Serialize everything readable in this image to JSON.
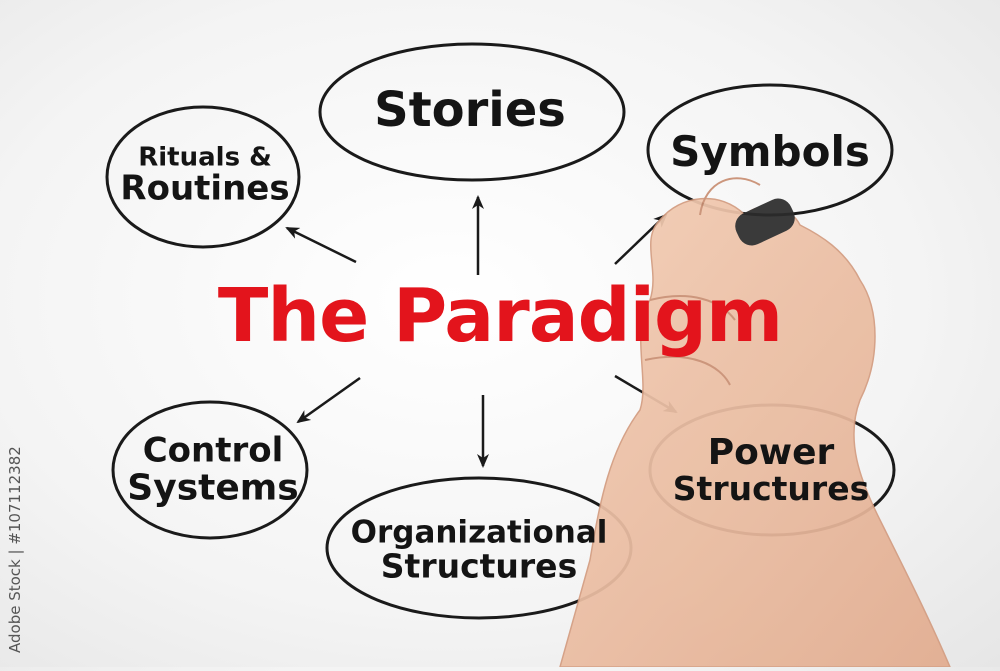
{
  "diagram": {
    "title": "The Paradigm",
    "nodes": {
      "stories": "Stories",
      "rituals_line1": "Rituals &",
      "rituals_line2": "Routines",
      "symbols": "Symbols",
      "control_line1": "Control",
      "control_line2": "Systems",
      "power_line1": "Power",
      "power_line2": "Structures",
      "org_line1": "Organizational",
      "org_line2": "Structures"
    }
  },
  "watermark": "Adobe Stock | #107112382",
  "colors": {
    "title": "#e3141c",
    "ink": "#141414"
  }
}
